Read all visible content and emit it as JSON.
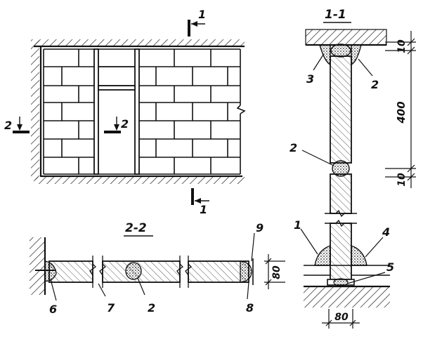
{
  "sections": {
    "s11": "1-1",
    "s22": "2-2"
  },
  "cut_marks": {
    "cut1_top": "1",
    "cut1_bottom": "1",
    "cut2_left": "2",
    "cut2_center": "2"
  },
  "dimensions": {
    "top": "10",
    "height": "400",
    "bottom": "10",
    "joint_height": "80",
    "base_width": "80"
  },
  "callouts": {
    "c1": "1",
    "c2a": "2",
    "c2b": "2",
    "c3": "3",
    "c4": "4",
    "c5": "5",
    "c2c": "2",
    "c6": "6",
    "c7": "7",
    "c8": "8",
    "c9": "9"
  }
}
